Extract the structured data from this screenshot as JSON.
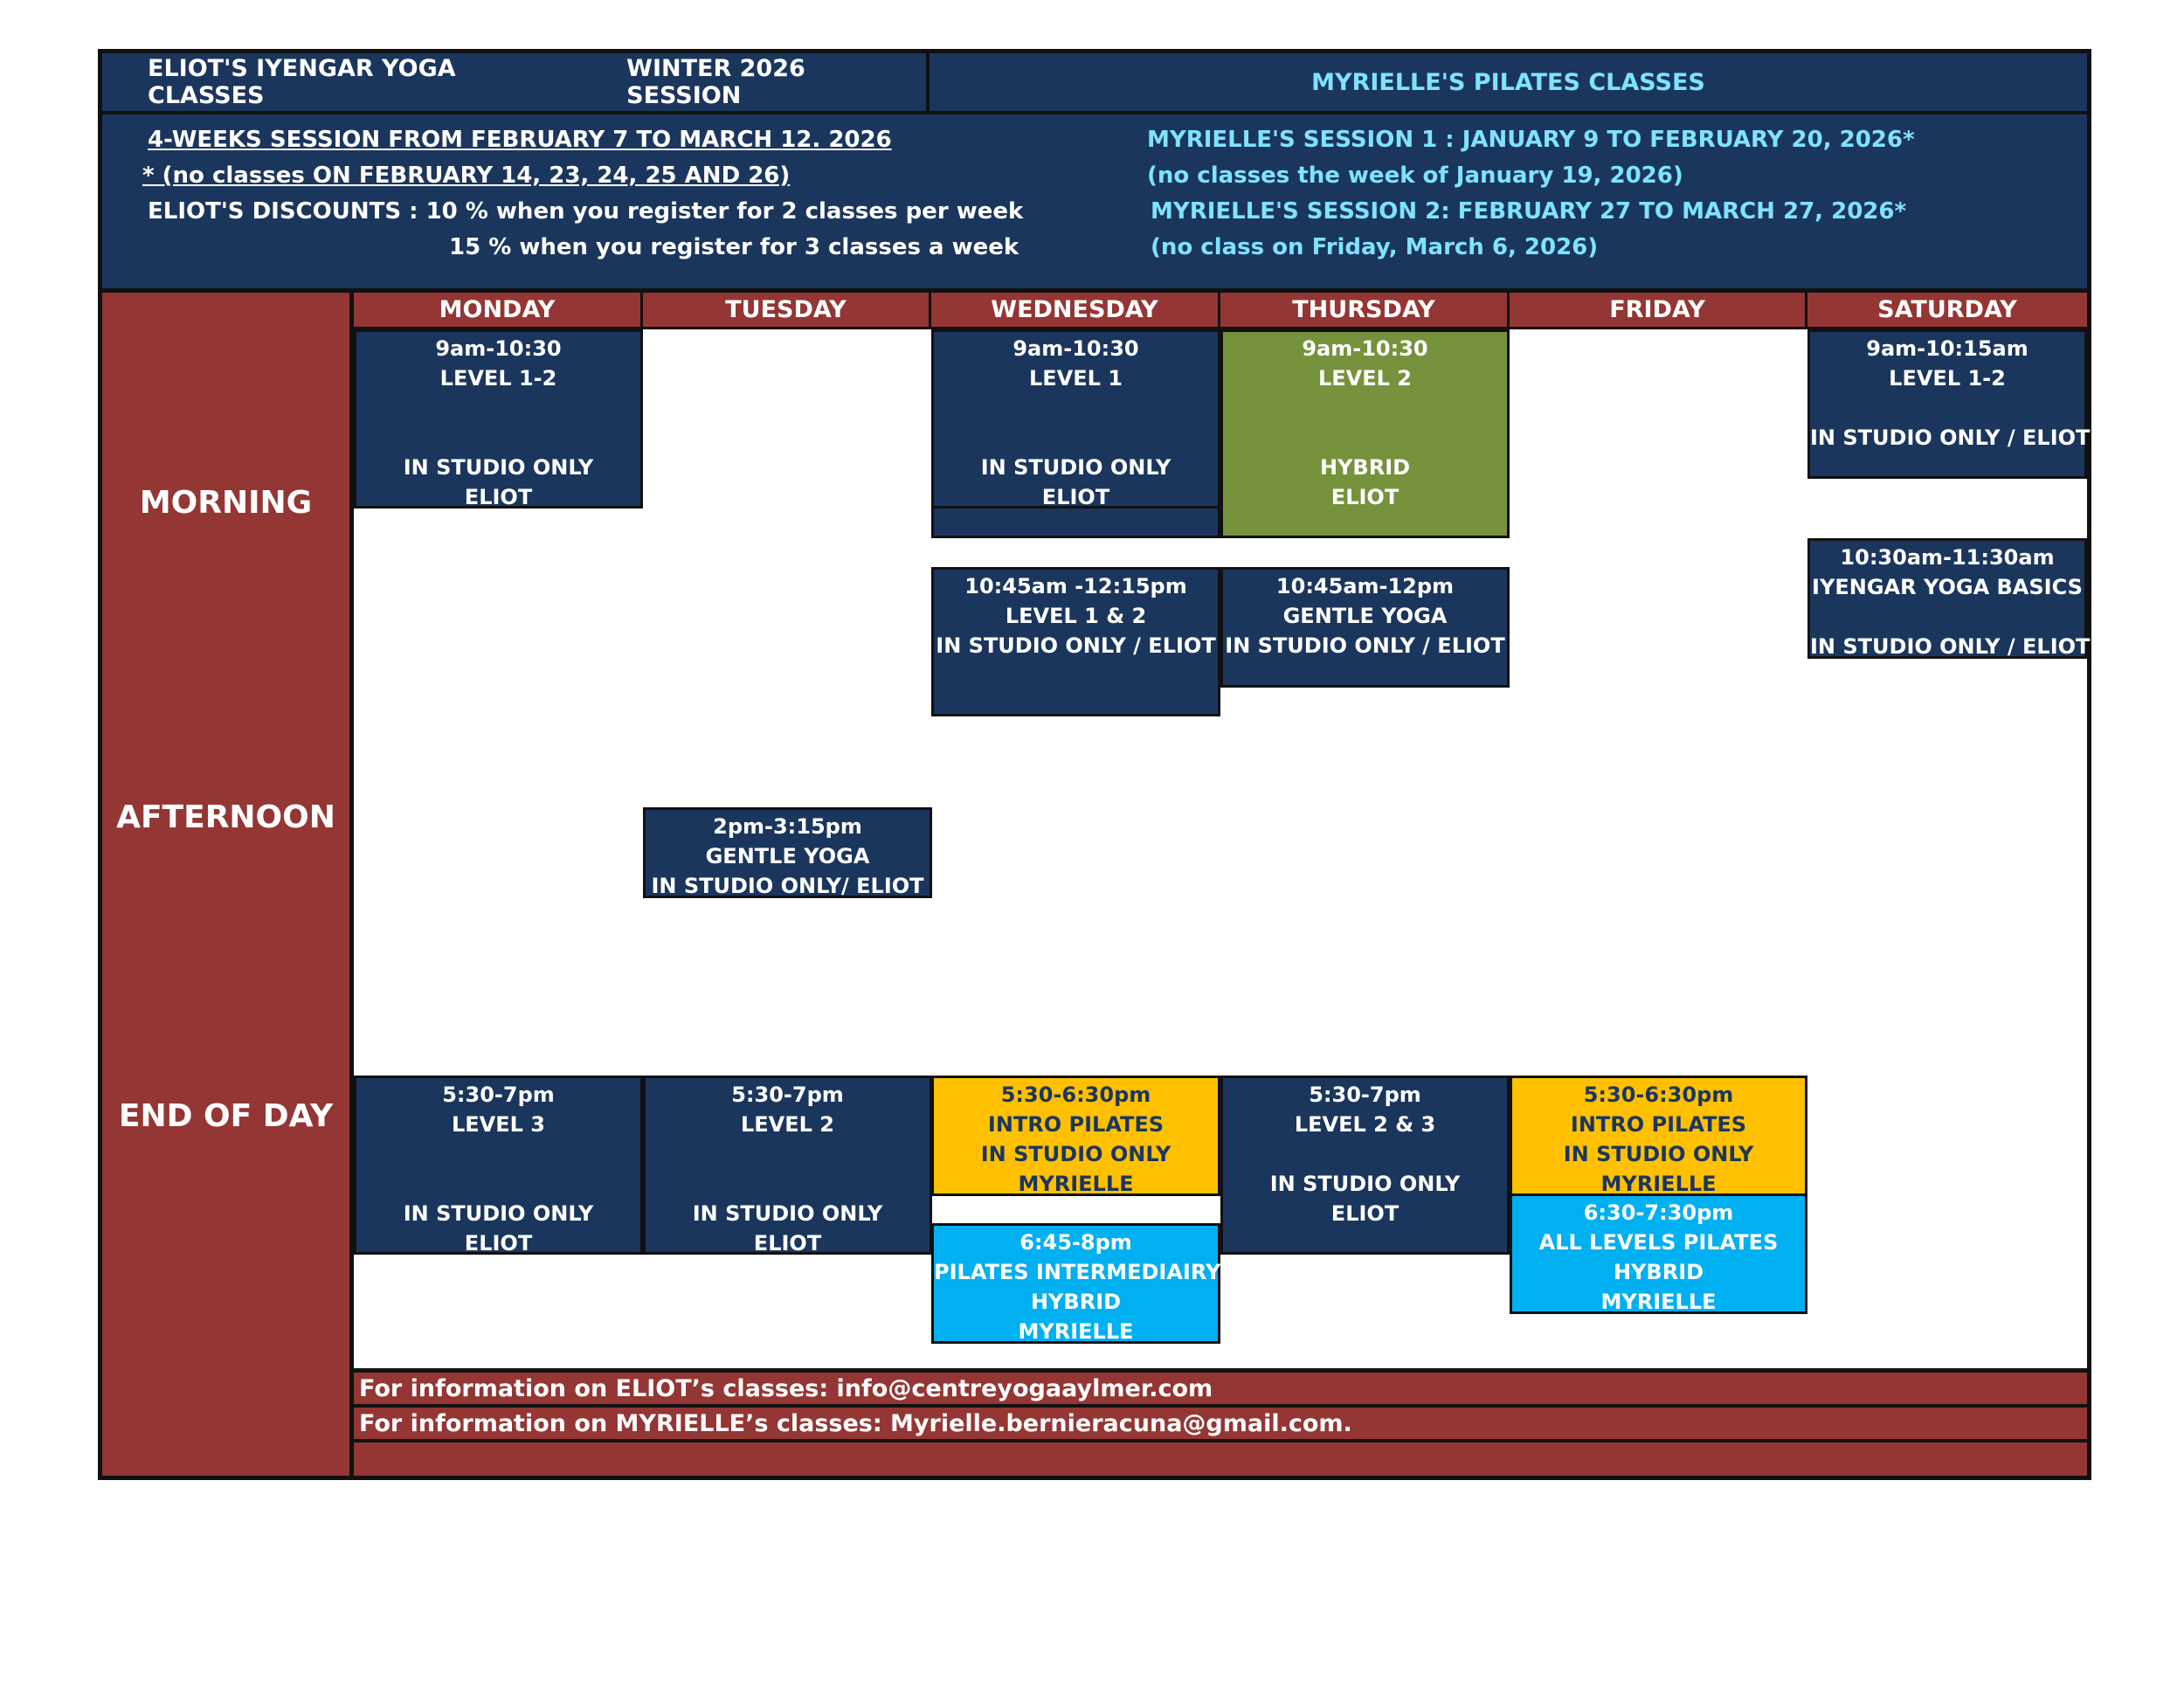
{
  "header": {
    "yoga_title": "ELIOT'S IYENGAR YOGA CLASSES",
    "yoga_session": "WINTER 2026 SESSION",
    "pilates_title": "MYRIELLE'S PILATES CLASSES"
  },
  "info": {
    "left": [
      "4-WEEKS SESSION FROM FEBRUARY 7 TO MARCH 12. 2026",
      "* (no classes  ON FEBRUARY 14, 23, 24, 25 AND 26)",
      "ELIOT'S DISCOUNTS  : 10 % when you register for 2 classes per week",
      "15 % when you register for 3 classes a week"
    ],
    "right": [
      "MYRIELLE'S SESSION 1  :  JANUARY 9 TO FEBRUARY 20, 2026*",
      "(no classes the week of January 19, 2026)",
      "MYRIELLE'S  SESSION 2: FEBRUARY 27 TO MARCH 27, 2026*",
      "(no class on Friday, March 6, 2026)"
    ]
  },
  "days": [
    "MONDAY",
    "TUESDAY",
    "WEDNESDAY",
    "THURSDAY",
    "FRIDAY",
    "SATURDAY"
  ],
  "periods": [
    "MORNING",
    "AFTERNOON",
    "END OF DAY"
  ],
  "classes": {
    "mon_morning": [
      "9am-10:30",
      "LEVEL 1-2",
      "",
      "",
      "IN STUDIO ONLY",
      "ELIOT"
    ],
    "wed_morning": [
      "9am-10:30",
      "LEVEL 1",
      "",
      "",
      "IN STUDIO ONLY",
      "ELIOT"
    ],
    "thu_morning": [
      "9am-10:30",
      "LEVEL 2",
      "",
      "",
      "HYBRID",
      "ELIOT"
    ],
    "sat_morning": [
      "9am-10:15am",
      "LEVEL 1-2",
      "",
      "IN STUDIO ONLY / ELIOT"
    ],
    "wed_late_morning": [
      "10:45am -12:15pm",
      "LEVEL 1 & 2",
      "IN STUDIO ONLY / ELIOT"
    ],
    "thu_late_morning": [
      "10:45am-12pm",
      "GENTLE YOGA",
      "IN STUDIO ONLY / ELIOT"
    ],
    "sat_late_morning": [
      "10:30am-11:30am",
      "IYENGAR YOGA BASICS",
      "",
      "IN STUDIO ONLY / ELIOT"
    ],
    "tue_afternoon": [
      "2pm-3:15pm",
      "GENTLE YOGA",
      "IN STUDIO ONLY/ ELIOT"
    ],
    "mon_evening": [
      "5:30-7pm",
      "LEVEL 3",
      "",
      "",
      "IN STUDIO ONLY",
      "ELIOT"
    ],
    "tue_evening": [
      "5:30-7pm",
      "LEVEL 2",
      "",
      "",
      "IN STUDIO ONLY",
      "ELIOT"
    ],
    "wed_evening_1": [
      "5:30-6:30pm",
      "INTRO PILATES",
      "IN STUDIO ONLY",
      "MYRIELLE"
    ],
    "wed_evening_2": [
      "6:45-8pm",
      "PILATES INTERMEDIAIRY",
      "HYBRID",
      "MYRIELLE"
    ],
    "thu_evening": [
      "5:30-7pm",
      "LEVEL 2 & 3",
      "",
      "IN STUDIO ONLY",
      "ELIOT"
    ],
    "fri_evening_1": [
      "5:30-6:30pm",
      "INTRO PILATES",
      "IN STUDIO ONLY",
      "MYRIELLE"
    ],
    "fri_evening_2": [
      "6:30-7:30pm",
      "ALL LEVELS PILATES",
      "HYBRID",
      "MYRIELLE"
    ]
  },
  "footer": {
    "eliot_info": "For information on ELIOT’s classes: info@centreyogaaylmer.com",
    "myrielle_info": "For information on MYRIELLE’s classes: Myrielle.bernieracuna@gmail.com."
  },
  "colors": {
    "navy": "#1b365d",
    "red": "#943634",
    "green": "#76923c",
    "yellow": "#ffc000",
    "cyan": "#00b0f0",
    "light_cyan": "#7fe3ff"
  }
}
